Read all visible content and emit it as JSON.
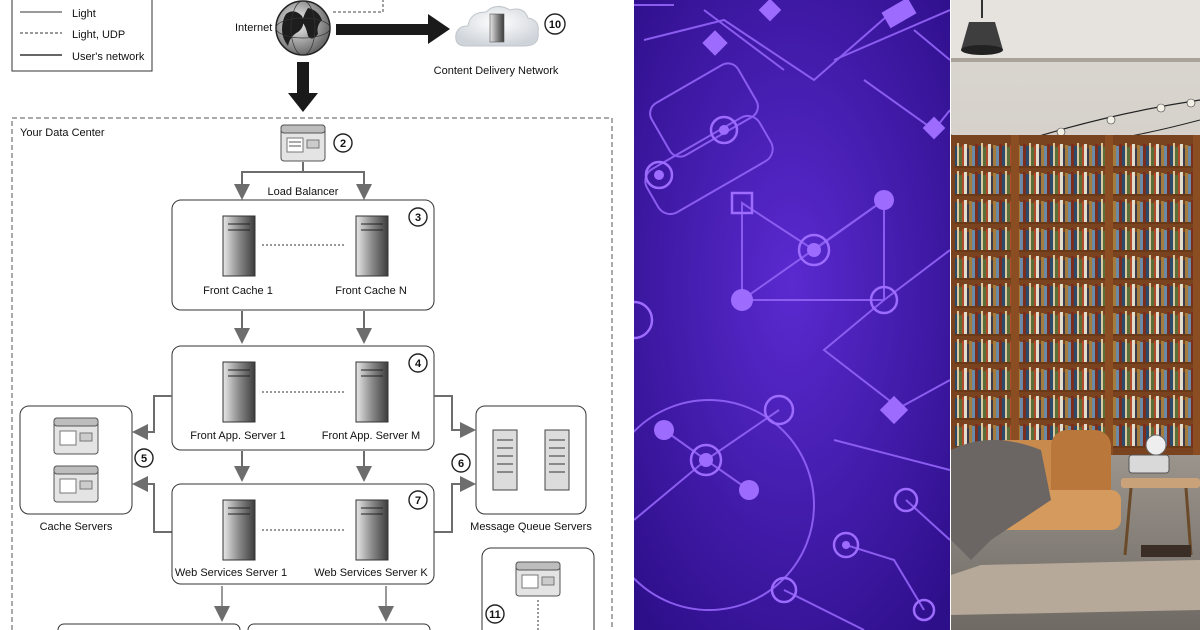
{
  "legend": {
    "items": [
      "Light",
      "Light, UDP",
      "User's network"
    ]
  },
  "internet": {
    "label": "Internet"
  },
  "cdn": {
    "label": "Content Delivery Network",
    "number": "10"
  },
  "data_center": {
    "label": "Your Data Center"
  },
  "load_balancer": {
    "label": "Load Balancer",
    "number": "2"
  },
  "front_cache": {
    "left": "Front Cache 1",
    "right": "Front Cache N",
    "number": "3"
  },
  "front_app": {
    "left": "Front App. Server 1",
    "right": "Front App. Server M",
    "number": "4"
  },
  "cache_servers": {
    "label": "Cache Servers",
    "number": "5"
  },
  "message_queue": {
    "label": "Message Queue Servers",
    "number": "6"
  },
  "web_services": {
    "left": "Web Services Server 1",
    "right": "Web Services Server K",
    "number": "7"
  },
  "extra": {
    "number": "11"
  },
  "colors": {
    "purple_background": "#3a14a0",
    "purple_lines": "#8a5cf0",
    "purple_dots": "#9d6cff",
    "wood": "#8a4e22",
    "sofa": "#c98a4e"
  }
}
